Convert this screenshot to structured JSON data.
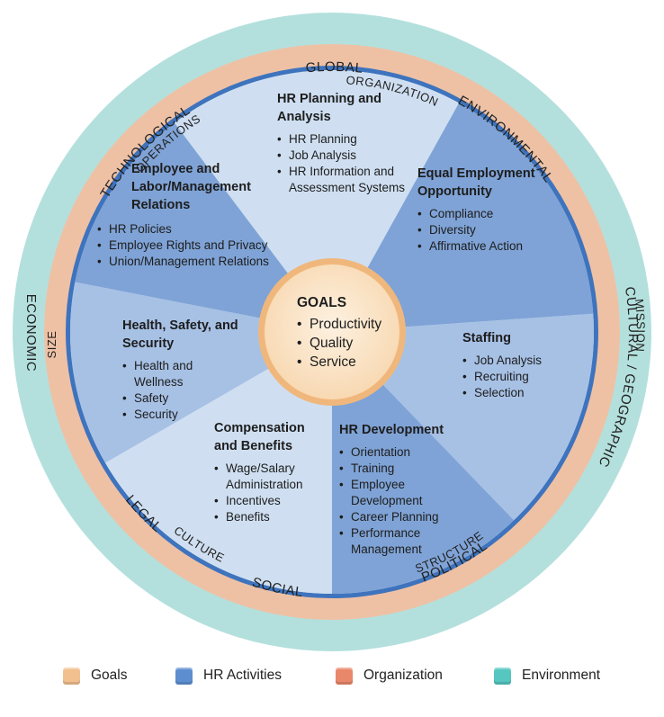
{
  "center": {
    "title": "GOALS",
    "items": [
      "Productivity",
      "Quality",
      "Service"
    ]
  },
  "activities": [
    {
      "title": "HR Planning and Analysis",
      "items": [
        "HR Planning",
        "Job Analysis",
        "HR Information and Assessment Systems"
      ]
    },
    {
      "title": "Equal Employment Opportunity",
      "items": [
        "Compliance",
        "Diversity",
        "Affirmative Action"
      ]
    },
    {
      "title": "Staffing",
      "items": [
        "Job Analysis",
        "Recruiting",
        "Selection"
      ]
    },
    {
      "title": "HR Development",
      "items": [
        "Orientation",
        "Training",
        "Employee Development",
        "Career Planning",
        "Performance Management"
      ]
    },
    {
      "title": "Compensation and Benefits",
      "items": [
        "Wage/Salary Administration",
        "Incentives",
        "Benefits"
      ]
    },
    {
      "title": "Health, Safety, and Security",
      "items": [
        "Health and Wellness",
        "Safety",
        "Security"
      ]
    },
    {
      "title": "Employee and Labor/Management Relations",
      "items": [
        "HR Policies",
        "Employee Rights and Privacy",
        "Union/Management Relations"
      ]
    }
  ],
  "organization_ring": [
    "ORGANIZATION",
    "MISSION",
    "STRUCTURE",
    "CULTURE",
    "SIZE",
    "OPERATIONS"
  ],
  "environment_ring": [
    "GLOBAL",
    "ENVIRONMENTAL",
    "CULTURAL / GEOGRAPHIC",
    "POLITICAL",
    "SOCIAL",
    "LEGAL",
    "ECONOMIC",
    "TECHNOLOGICAL"
  ],
  "legend": [
    {
      "label": "Goals",
      "color": "#f2c08e"
    },
    {
      "label": "HR Activities",
      "color": "#5d8ed0"
    },
    {
      "label": "Organization",
      "color": "#e9876a"
    },
    {
      "label": "Environment",
      "color": "#56c6c0"
    }
  ],
  "colors": {
    "environment": "#b3e0dd",
    "organization": "#eec1a5",
    "activity_light": "#cfdff1",
    "activity_mid": "#a7c1e5",
    "activity_dark": "#7fa3d6",
    "activity_rim": "#3e73bd",
    "goals_fill": "#fbe6cc",
    "goals_ring": "#f0b77c"
  }
}
